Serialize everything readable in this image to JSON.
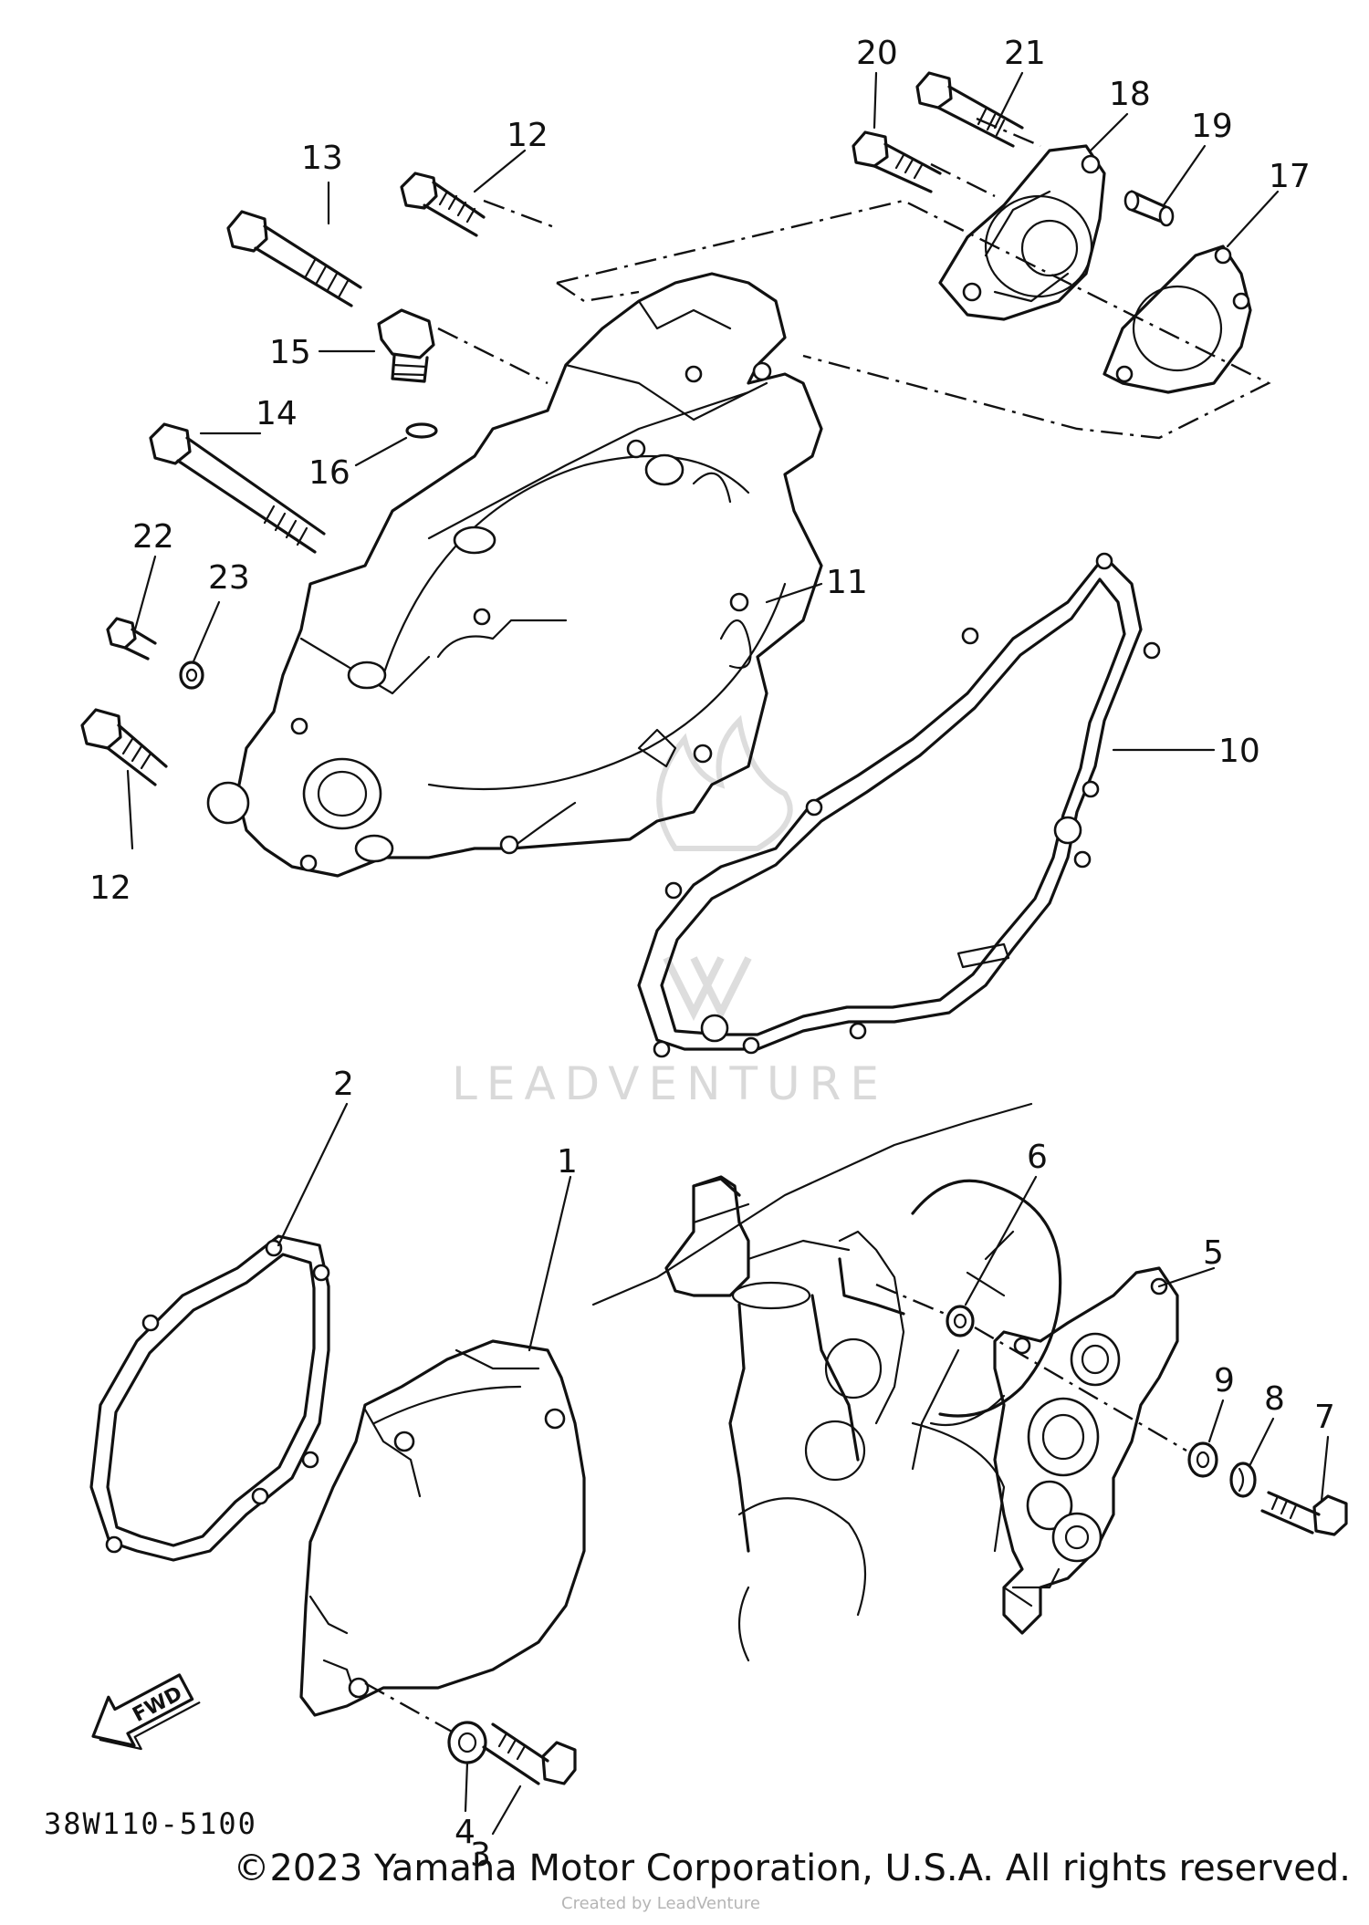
{
  "diagram": {
    "part_code": "38W110-5100",
    "fwd_label": "FWD",
    "callouts": [
      "1",
      "2",
      "3",
      "4",
      "5",
      "6",
      "7",
      "8",
      "9",
      "10",
      "11",
      "12",
      "13",
      "14",
      "15",
      "16",
      "17",
      "18",
      "19",
      "20",
      "21",
      "22",
      "23"
    ],
    "callout_12_repeat": "12"
  },
  "watermark": {
    "brand": "LEADVENTURE",
    "small_text": "Created by LeadVenture"
  },
  "footer": {
    "copyright": "©2023 Yamaha Motor Corporation, U.S.A. All rights reserved."
  }
}
